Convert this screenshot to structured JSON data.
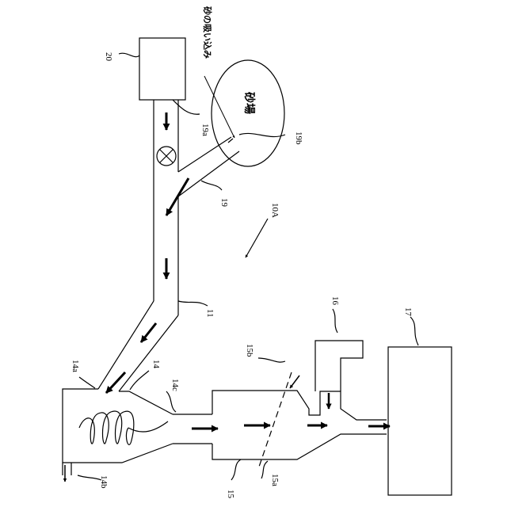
{
  "labels": {
    "box_20": "20",
    "l_19a": "19a",
    "l_19b": "19b",
    "l_19": "19",
    "l_10A": "10A",
    "l_11": "11",
    "l_14a": "14a",
    "l_14": "14",
    "l_14c": "14c",
    "l_14b": "14b",
    "l_15b": "15b",
    "l_16": "16",
    "l_17": "17",
    "l_15": "15",
    "l_15a": "15a"
  },
  "text": {
    "sand_suction": "砂の吸い込み",
    "sand_field": "砂場"
  },
  "colors": {
    "line": "#000000",
    "background": "#ffffff"
  }
}
